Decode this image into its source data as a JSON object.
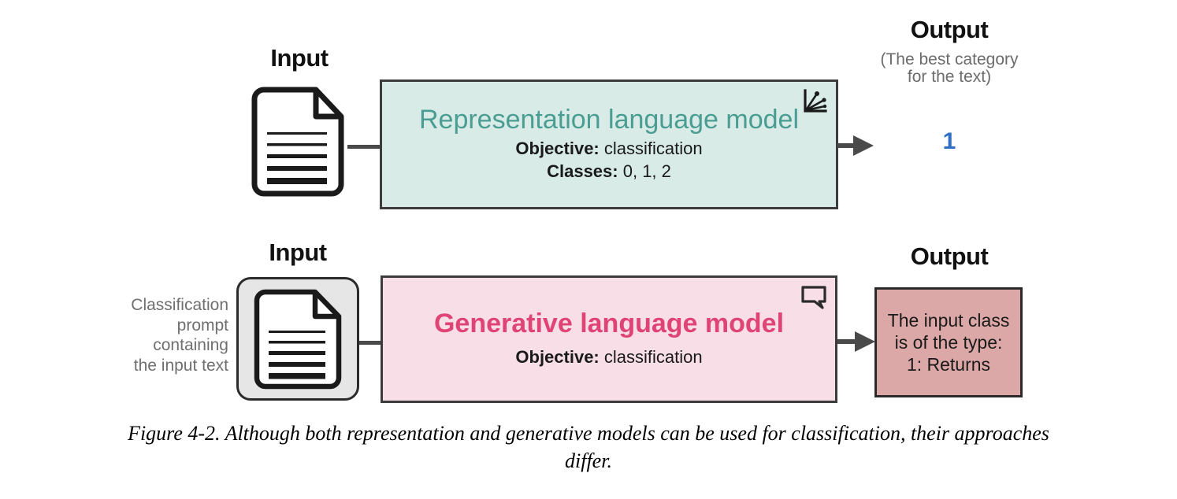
{
  "figure": {
    "caption": "Figure 4-2. Although both representation and generative models can be used for classification, their approaches differ."
  },
  "rows": [
    {
      "id": "representation",
      "input_label": "Input",
      "input_icon": "document-icon",
      "model": {
        "title": "Representation language model",
        "corner_icon": "vector-axes-icon",
        "attributes": [
          {
            "label": "Objective:",
            "value": "classification"
          },
          {
            "label": "Classes:",
            "value": "0, 1, 2"
          }
        ]
      },
      "output_label": "Output",
      "output_sublabel_line1": "(The best category",
      "output_sublabel_line2": "for the text)",
      "output_value": "1"
    },
    {
      "id": "generative",
      "side_note_lines": [
        "Classification",
        "prompt",
        "containing",
        "the input text"
      ],
      "input_label": "Input",
      "input_icon": "document-icon",
      "model": {
        "title": "Generative language model",
        "corner_icon": "speech-bubble-icon",
        "attributes": [
          {
            "label": "Objective:",
            "value": "classification"
          }
        ]
      },
      "output_label": "Output",
      "output_lines": [
        "The input class",
        "is of the type:",
        "1: Returns"
      ]
    }
  ],
  "colors": {
    "representation_fill": "#d8ebe7",
    "representation_text": "#4a9d92",
    "generative_fill": "#f8dee7",
    "generative_text": "#e04477",
    "output_box_fill": "#dba7a7",
    "output_number": "#2f6fc4",
    "border": "#3c3c3c",
    "arrow": "#4a4a4a",
    "note_text": "#6f6f6f",
    "doc_shell_fill": "#e6e6e6"
  }
}
